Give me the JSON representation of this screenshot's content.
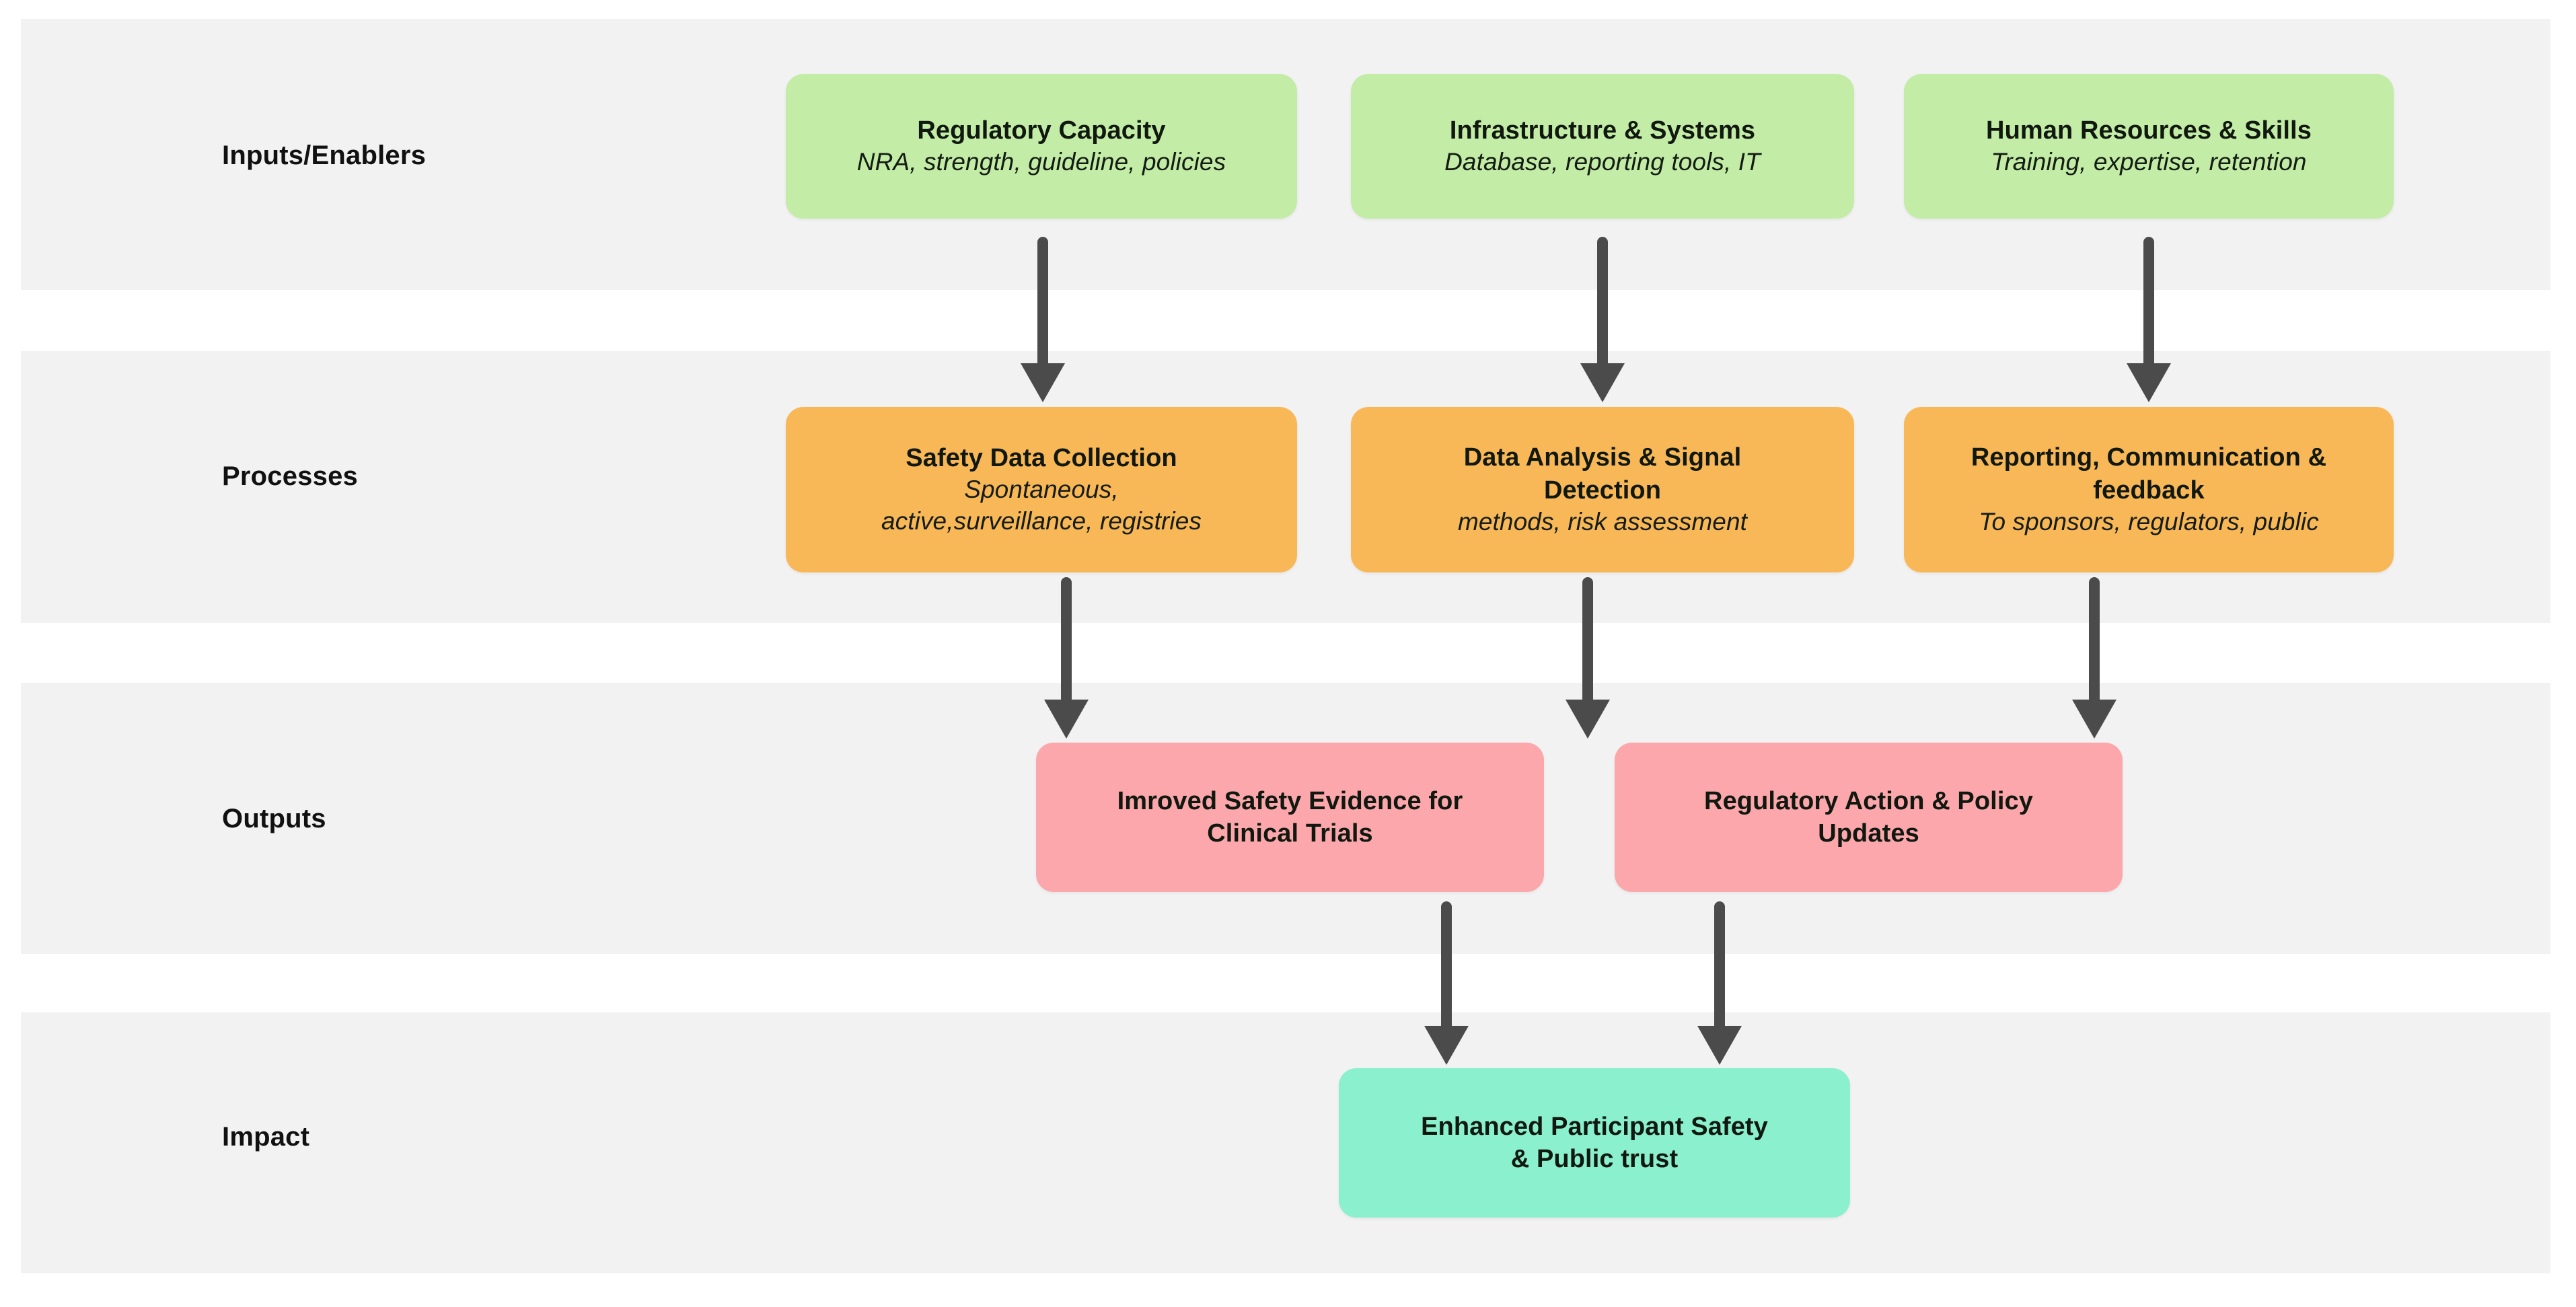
{
  "diagram": {
    "type": "swimlane-flowchart",
    "orientation": "top-to-bottom",
    "rows": [
      {
        "label": "Inputs/Enablers",
        "color": "#c3eca6"
      },
      {
        "label": "Processes",
        "color": "#f9b857"
      },
      {
        "label": "Outputs",
        "color": "#fba7ab"
      },
      {
        "label": "Impact",
        "color": "#8af0cd"
      }
    ],
    "nodes": {
      "regulatory_capacity": {
        "title": "Regulatory Capacity",
        "subtitle": "NRA, strength, guideline, policies"
      },
      "infrastructure_systems": {
        "title": "Infrastructure & Systems",
        "subtitle": "Database, reporting tools, IT"
      },
      "human_resources_skills": {
        "title": "Human Resources & Skills",
        "subtitle": "Training, expertise, retention"
      },
      "safety_data_collection": {
        "title": "Safety Data Collection",
        "subtitle_line1": "Spontaneous,",
        "subtitle_line2": "active,surveillance, registries"
      },
      "data_analysis_signal_detection": {
        "title_line1": "Data Analysis & Signal",
        "title_line2": "Detection",
        "subtitle": "methods, risk assessment"
      },
      "reporting_communication_feedback": {
        "title_line1": "Reporting, Communication &",
        "title_line2": "feedback",
        "subtitle": "To sponsors, regulators, public"
      },
      "improved_safety_evidence": {
        "title_line1": "Imroved Safety Evidence for",
        "title_line2": "Clinical Trials"
      },
      "regulatory_action_policy_updates": {
        "title_line1": "Regulatory Action & Policy",
        "title_line2": "Updates"
      },
      "enhanced_participant_safety": {
        "title_line1": "Enhanced Participant Safety",
        "title_line2": "& Public trust"
      }
    },
    "colors": {
      "band_background": "#f2f2f2",
      "page_background": "#ffffff",
      "inputs": "#c3eca6",
      "processes": "#f9b857",
      "outputs": "#fba7ab",
      "impact": "#8af0cd",
      "arrow": "#4b4b4b",
      "text": "#101810",
      "row_label": "#111111"
    },
    "edges": [
      {
        "from": "regulatory_capacity",
        "to": "safety_data_collection"
      },
      {
        "from": "infrastructure_systems",
        "to": "data_analysis_signal_detection"
      },
      {
        "from": "human_resources_skills",
        "to": "reporting_communication_feedback"
      },
      {
        "from": "safety_data_collection",
        "to": "improved_safety_evidence"
      },
      {
        "from": "data_analysis_signal_detection",
        "to": "improved_safety_evidence"
      },
      {
        "from": "reporting_communication_feedback",
        "to": "regulatory_action_policy_updates"
      },
      {
        "from": "improved_safety_evidence",
        "to": "enhanced_participant_safety"
      },
      {
        "from": "regulatory_action_policy_updates",
        "to": "enhanced_participant_safety"
      }
    ]
  }
}
